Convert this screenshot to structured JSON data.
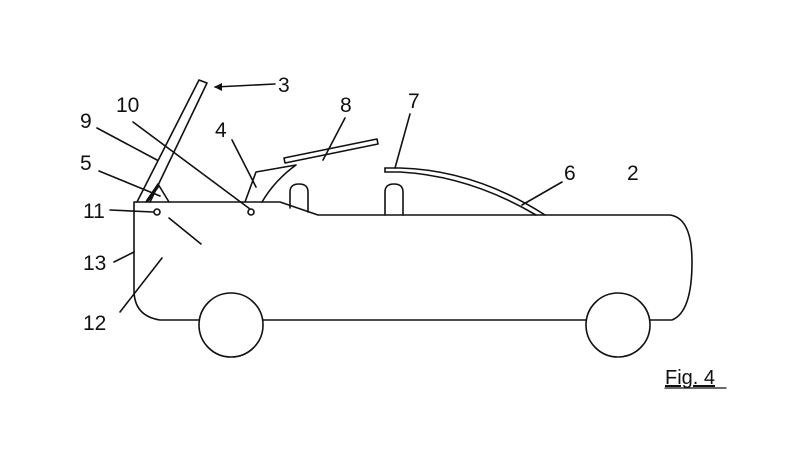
{
  "figure": {
    "caption": "Fig. 4",
    "labels": [
      "2",
      "3",
      "4",
      "5",
      "6",
      "7",
      "8",
      "9",
      "10",
      "11",
      "12",
      "13"
    ]
  },
  "colors": {
    "line": "#111111",
    "background": "#ffffff"
  }
}
